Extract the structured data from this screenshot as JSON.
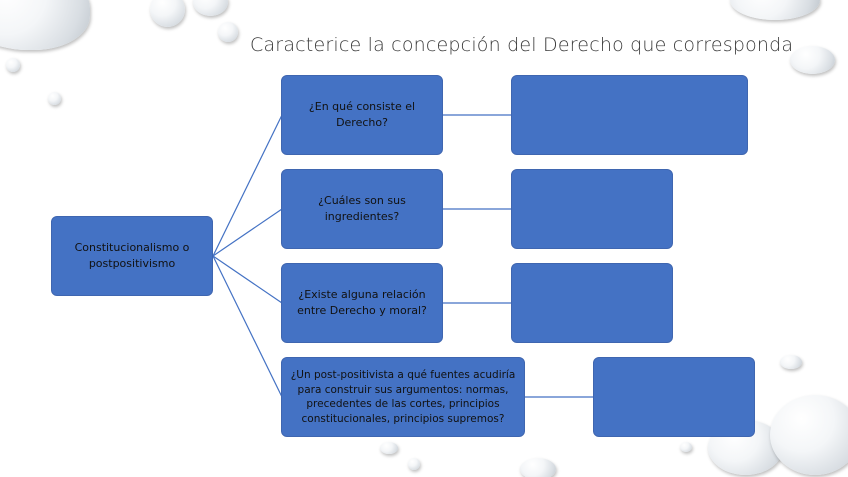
{
  "slide": {
    "title": "Caracterice la concepción del Derecho que corresponda"
  },
  "diagram": {
    "root": {
      "label": "Constitucionalismo o postpositivismo"
    },
    "questions": [
      {
        "label": "¿En qué consiste el Derecho?",
        "answer": ""
      },
      {
        "label": "¿Cuáles son sus ingredientes?",
        "answer": ""
      },
      {
        "label": "¿Existe alguna relación entre Derecho y moral?",
        "answer": ""
      },
      {
        "label": "¿Un post-positivista a qué fuentes acudiría para construir sus argumentos: normas, precedentes de las cortes, principios constitucionales, principios supremos?",
        "answer": ""
      }
    ],
    "colors": {
      "box_fill": "#4472c4",
      "connector": "#4472c4",
      "text": "#111111"
    }
  }
}
